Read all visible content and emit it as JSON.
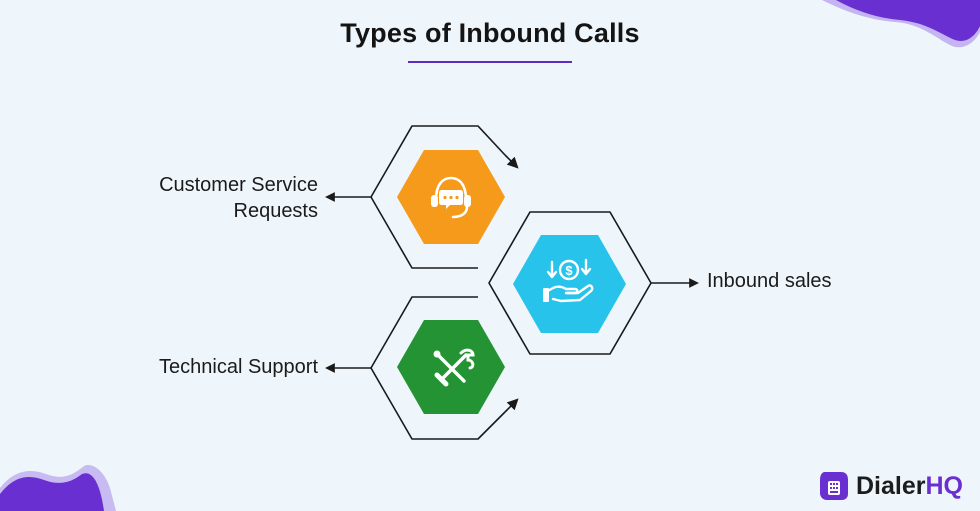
{
  "title": "Types of Inbound Calls",
  "nodes": {
    "customer_service": {
      "label_line1": "Customer Service",
      "label_line2": "Requests",
      "color": "#f59a1a",
      "icon": "headset-chat-icon"
    },
    "inbound_sales": {
      "label": "Inbound sales",
      "color": "#28c3ea",
      "icon": "hand-dollar-icon"
    },
    "technical_support": {
      "label": "Technical Support",
      "color": "#249334",
      "icon": "wrench-screwdriver-icon"
    }
  },
  "brand": {
    "name": "Dialer",
    "accent": "HQ",
    "accent_color": "#6a2fd0",
    "icon": "dialer-phone-logo-icon"
  },
  "colors": {
    "background": "#eef6fc",
    "outline": "#1a1a1a",
    "decor": "#6a2fd0",
    "decor_light": "#a27fe6"
  }
}
